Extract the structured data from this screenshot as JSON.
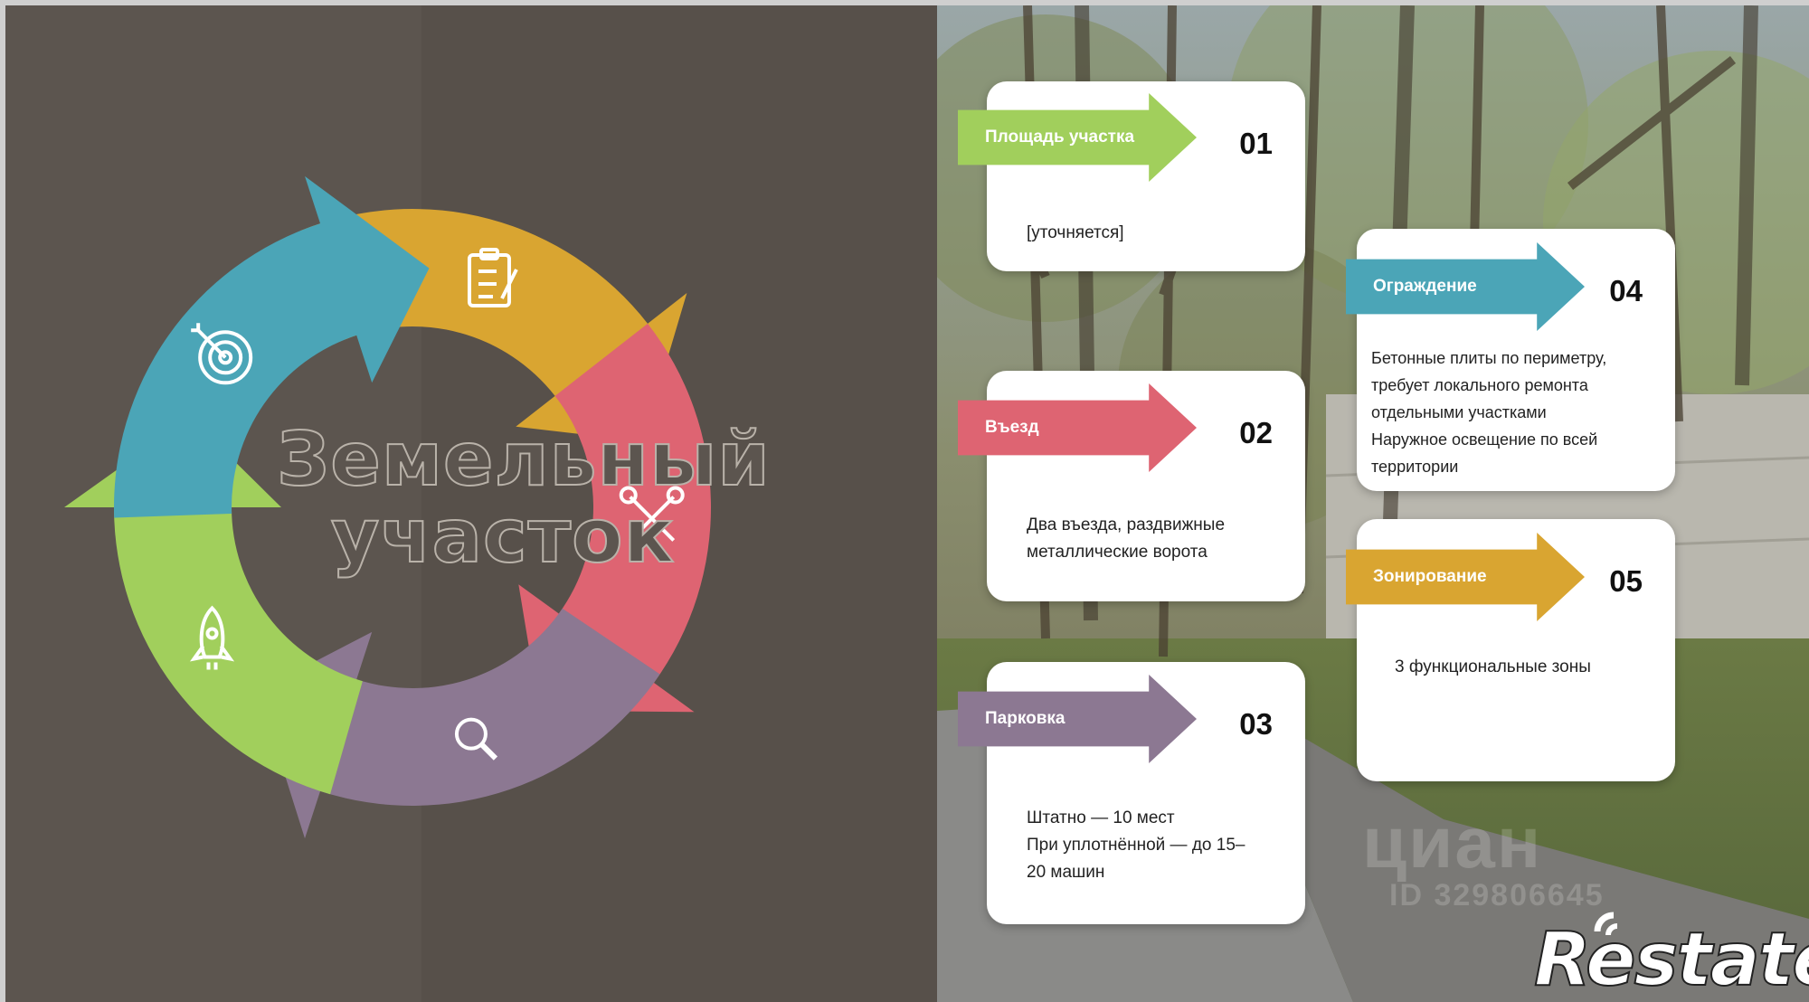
{
  "title": {
    "line1": "Земельный",
    "line2": "участок"
  },
  "cycle": {
    "segments": [
      {
        "color": "#d9a531",
        "icon": "checklist-icon"
      },
      {
        "color": "#de6472",
        "icon": "tools-icon"
      },
      {
        "color": "#8c7892",
        "icon": "search-icon"
      },
      {
        "color": "#a1cf5c",
        "icon": "rocket-icon"
      },
      {
        "color": "#4ba5b7",
        "icon": "target-icon"
      }
    ]
  },
  "cards": [
    {
      "label": "Площадь участка",
      "number": "01",
      "color": "#a1cf5c",
      "body": "[уточняется]"
    },
    {
      "label": "Въезд",
      "number": "02",
      "color": "#de6472",
      "body": "Два въезда, раздвижные\nметаллические ворота"
    },
    {
      "label": "Парковка",
      "number": "03",
      "color": "#8c7892",
      "body": "Штатно — 10 мест\n При уплотнённой — до 15–\n20 машин"
    },
    {
      "label": "Ограждение",
      "number": "04",
      "color": "#4ba5b7",
      "body": "Бетонные плиты по периметру,\nтребует локального ремонта\nотдельными участками\nНаружное освещение по всей\nтерритории"
    },
    {
      "label": "Зонирование",
      "number": "05",
      "color": "#d9a531",
      "body": "3 функциональные зоны"
    }
  ],
  "watermark": {
    "brand": "циан",
    "id": "ID 329806645"
  },
  "logo": {
    "text": "Restate"
  }
}
